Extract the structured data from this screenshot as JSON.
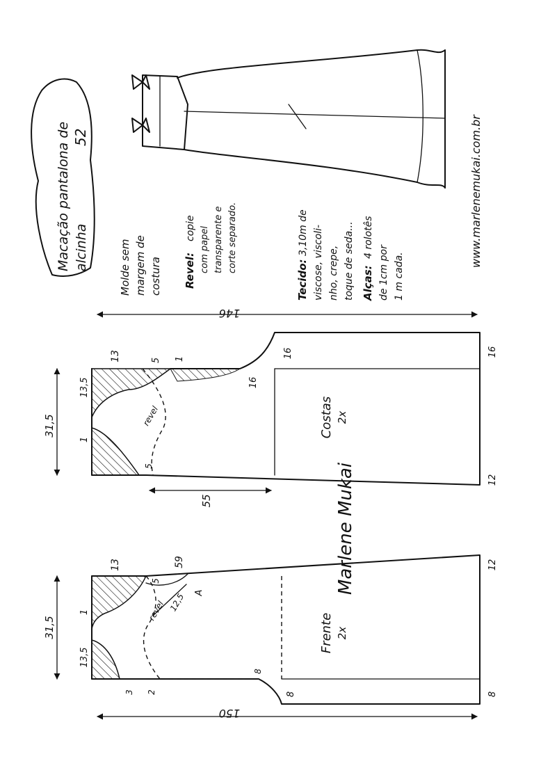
{
  "title": {
    "line1": "Macação pantalona de",
    "line2": "alcinha",
    "size": "52"
  },
  "notes": {
    "mold_line1": "Molde sem",
    "mold_line2": "margem de",
    "mold_line3": "costura",
    "revel_label": "Revel:",
    "revel_line1": "copie",
    "revel_line2": "com papel",
    "revel_line3": "transparente e",
    "revel_line4": "corte separado.",
    "fabric_label": "Tecido:",
    "fabric_line1": "3,10m de",
    "fabric_line2": "viscose, viscoli-",
    "fabric_line3": "nho, crepe,",
    "fabric_line4": "toque de seda...",
    "straps_label": "Alças:",
    "straps_line1": "4 rolotês",
    "straps_line2": "de 1cm por",
    "straps_line3": "1 m cada.",
    "website": "www.marlenemukai.com.br"
  },
  "back_piece": {
    "name": "Costas",
    "count": "2x",
    "dim_length": "146",
    "dim_width": "31,5",
    "dim_13_5": "13,5",
    "dim_1a": "1",
    "dim_13": "13",
    "dim_5a": "5",
    "dim_1b": "1",
    "dim_5b": "5",
    "dim_16a": "16",
    "dim_16b": "16",
    "dim_16c": "16",
    "dim_55": "55",
    "dim_12": "12",
    "revel": "revel"
  },
  "front_piece": {
    "name": "Frente",
    "count": "2x",
    "dim_length": "150",
    "dim_width": "31,5",
    "dim_13_5": "13,5",
    "dim_1": "1",
    "dim_13": "13",
    "dim_59": "59",
    "dim_5": "5",
    "dim_12_5": "12,5",
    "dim_A": "A",
    "dim_3": "3",
    "dim_2": "2",
    "dim_8a": "8",
    "dim_8b": "8",
    "dim_8c": "8",
    "dim_12": "12",
    "revel": "revel"
  },
  "signature": "Marlene Mukai"
}
